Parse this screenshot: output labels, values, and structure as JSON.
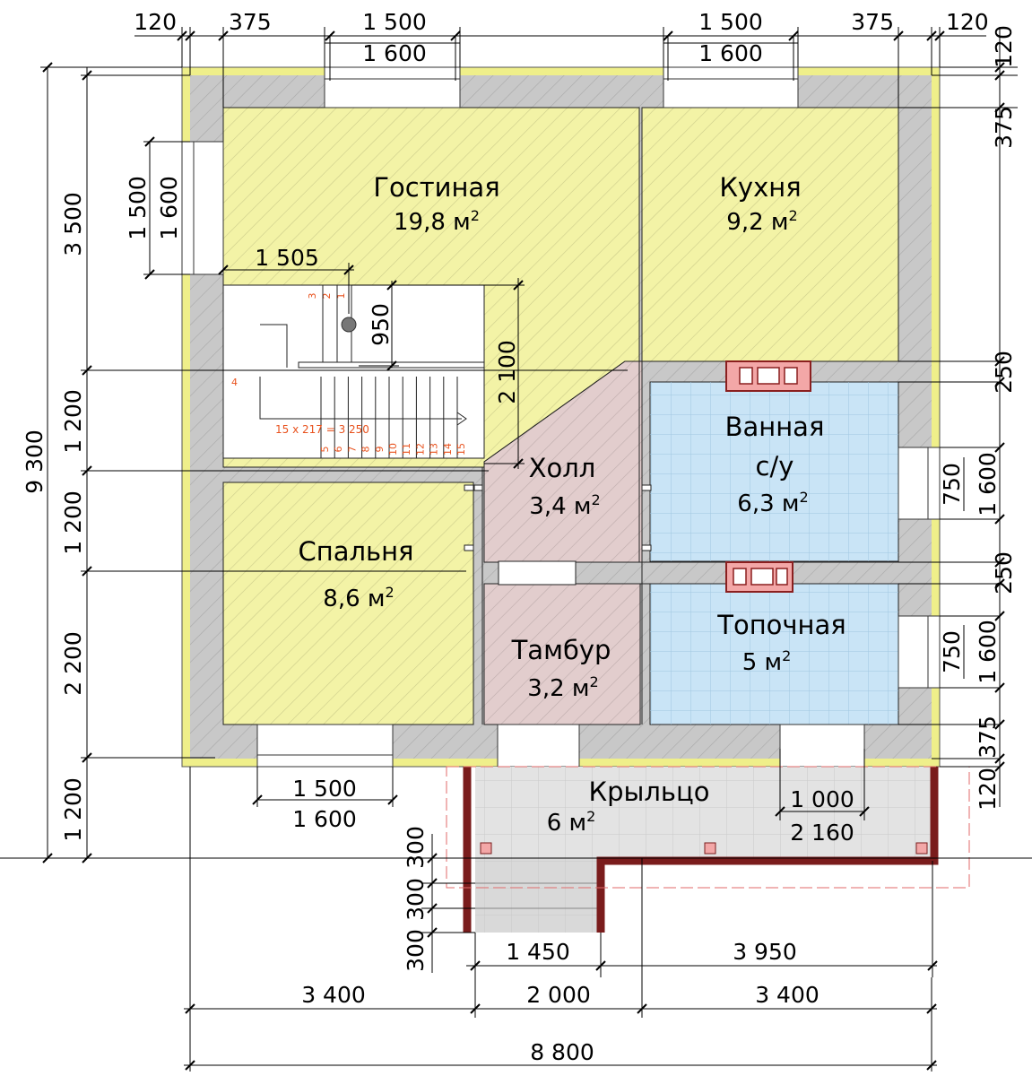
{
  "colors": {
    "wall": "#c8c8c8",
    "living_rooms": "#f3f3a6",
    "wet_rooms": "#c9e4f6",
    "hall_rooms": "#e2cdcd",
    "porch": "#e3e3e3",
    "chimney": "#f3a7a7",
    "porch_rail": "#7a1c1c",
    "outer_finish": "#efef8a"
  },
  "icons": [
    "window-icon",
    "door-icon",
    "chimney-icon",
    "staircase-icon"
  ],
  "rooms": {
    "living": {
      "name": "Гостиная",
      "area": "19,8 м",
      "unit_sup": "2"
    },
    "kitchen": {
      "name": "Кухня",
      "area": "9,2 м",
      "unit_sup": "2"
    },
    "bathroom": {
      "name_line1": "Ванная",
      "name_line2": "с/у",
      "area": "6,3 м",
      "unit_sup": "2"
    },
    "hall": {
      "name": "Холл",
      "area": "3,4 м",
      "unit_sup": "2"
    },
    "bedroom": {
      "name": "Спальня",
      "area": "8,6 м",
      "unit_sup": "2"
    },
    "vestibule": {
      "name": "Тамбур",
      "area": "3,2 м",
      "unit_sup": "2"
    },
    "boiler": {
      "name": "Топочная",
      "area": "5 м",
      "unit_sup": "2"
    },
    "porch": {
      "name": "Крыльцо",
      "area": "6 м",
      "unit_sup": "2"
    }
  },
  "stairs": {
    "formula": "15 x 217 = 3 250",
    "steps": [
      "1",
      "2",
      "3",
      "4",
      "5",
      "6",
      "7",
      "8",
      "9",
      "10",
      "11",
      "12",
      "13",
      "14",
      "15"
    ]
  },
  "dimensions": {
    "top": {
      "wall_left": "120",
      "ins_left": "375",
      "win1_open": "1 500",
      "win1_frame": "1 600",
      "win2_open": "1 500",
      "win2_frame": "1 600",
      "ins_right": "375",
      "wall_right": "120"
    },
    "right": {
      "wall_top": "120",
      "ins_top": "375",
      "chimney_1": "250",
      "win_open_1": "750",
      "win_frame_1": "1 600",
      "chimney_2": "250",
      "win_open_2": "750",
      "win_frame_2": "1 600",
      "ins_bottom": "375",
      "wall_bottom": "120"
    },
    "left_window": {
      "open": "1 500",
      "frame": "1 600"
    },
    "left": {
      "total": "9 300",
      "seg1": "3 500",
      "seg2": "1 200",
      "seg3": "1 200",
      "seg4": "2 200",
      "seg5": "1 200"
    },
    "stair": {
      "width": "1 505",
      "landing": "950",
      "length": "2 100"
    },
    "bottom_window": {
      "open": "1 500",
      "frame": "1 600"
    },
    "porch_door": {
      "open": "1 000",
      "frame": "2 160"
    },
    "porch_steps": {
      "s1": "300",
      "s2": "300",
      "s3": "300"
    },
    "bottom": {
      "porch_left": "1 450",
      "porch_right": "3 950",
      "seg1": "3 400",
      "seg2": "2 000",
      "seg3": "3 400",
      "total": "8 800"
    }
  }
}
